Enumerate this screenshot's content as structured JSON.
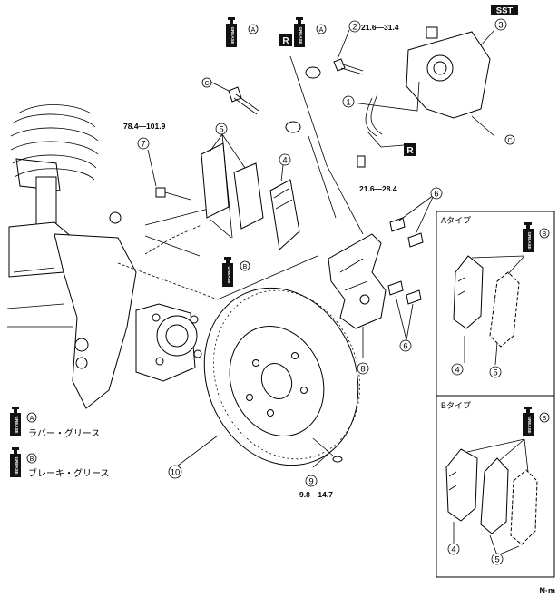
{
  "units": "N·m",
  "sst_badge": "SST",
  "r_badge": "R",
  "grease_can_text": "GREASE",
  "torques": {
    "t_78": "78.4—101.9",
    "t_21a": "21.6—31.4",
    "t_21b": "21.6—28.4",
    "t_98": "9.8—14.7"
  },
  "callouts": {
    "c1": "1",
    "c2": "2",
    "c3": "3",
    "c4": "4",
    "c5": "5",
    "c6": "6",
    "c7": "7",
    "c8": "8",
    "c9": "9",
    "c10": "10"
  },
  "letters": {
    "a": "A",
    "b": "B",
    "c": "C"
  },
  "legend": {
    "a_text": "ラバー・グリース",
    "b_text": "ブレーキ・グリース"
  },
  "panels": {
    "a_type": "Aタイプ",
    "b_type": "Bタイプ"
  }
}
